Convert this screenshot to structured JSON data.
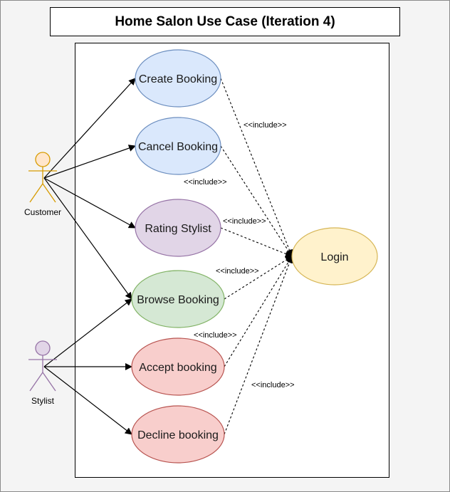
{
  "title": "Home Salon Use Case (Iteration 4)",
  "actors": {
    "customer": {
      "label": "Customer",
      "color": "#d79b00",
      "fill": "#ffe6cc"
    },
    "stylist": {
      "label": "Stylist",
      "color": "#9673a6",
      "fill": "#e1d5e7"
    }
  },
  "use_cases": {
    "create_booking": {
      "label": "Create Booking",
      "fill": "#dae8fc",
      "stroke": "#6c8ebf"
    },
    "cancel_booking": {
      "label": "Cancel Booking",
      "fill": "#dae8fc",
      "stroke": "#6c8ebf"
    },
    "rating_stylist": {
      "label": "Rating Stylist",
      "fill": "#e1d5e7",
      "stroke": "#9673a6"
    },
    "browse_booking": {
      "label": "Browse Booking",
      "fill": "#d5e8d4",
      "stroke": "#82b366"
    },
    "accept_booking": {
      "label": "Accept booking",
      "fill": "#f8cecc",
      "stroke": "#b85450"
    },
    "decline_booking": {
      "label": "Decline booking",
      "fill": "#f8cecc",
      "stroke": "#b85450"
    },
    "login": {
      "label": "Login",
      "fill": "#fff2cc",
      "stroke": "#d6b656"
    }
  },
  "relations": {
    "include_label": "<<include>>"
  }
}
